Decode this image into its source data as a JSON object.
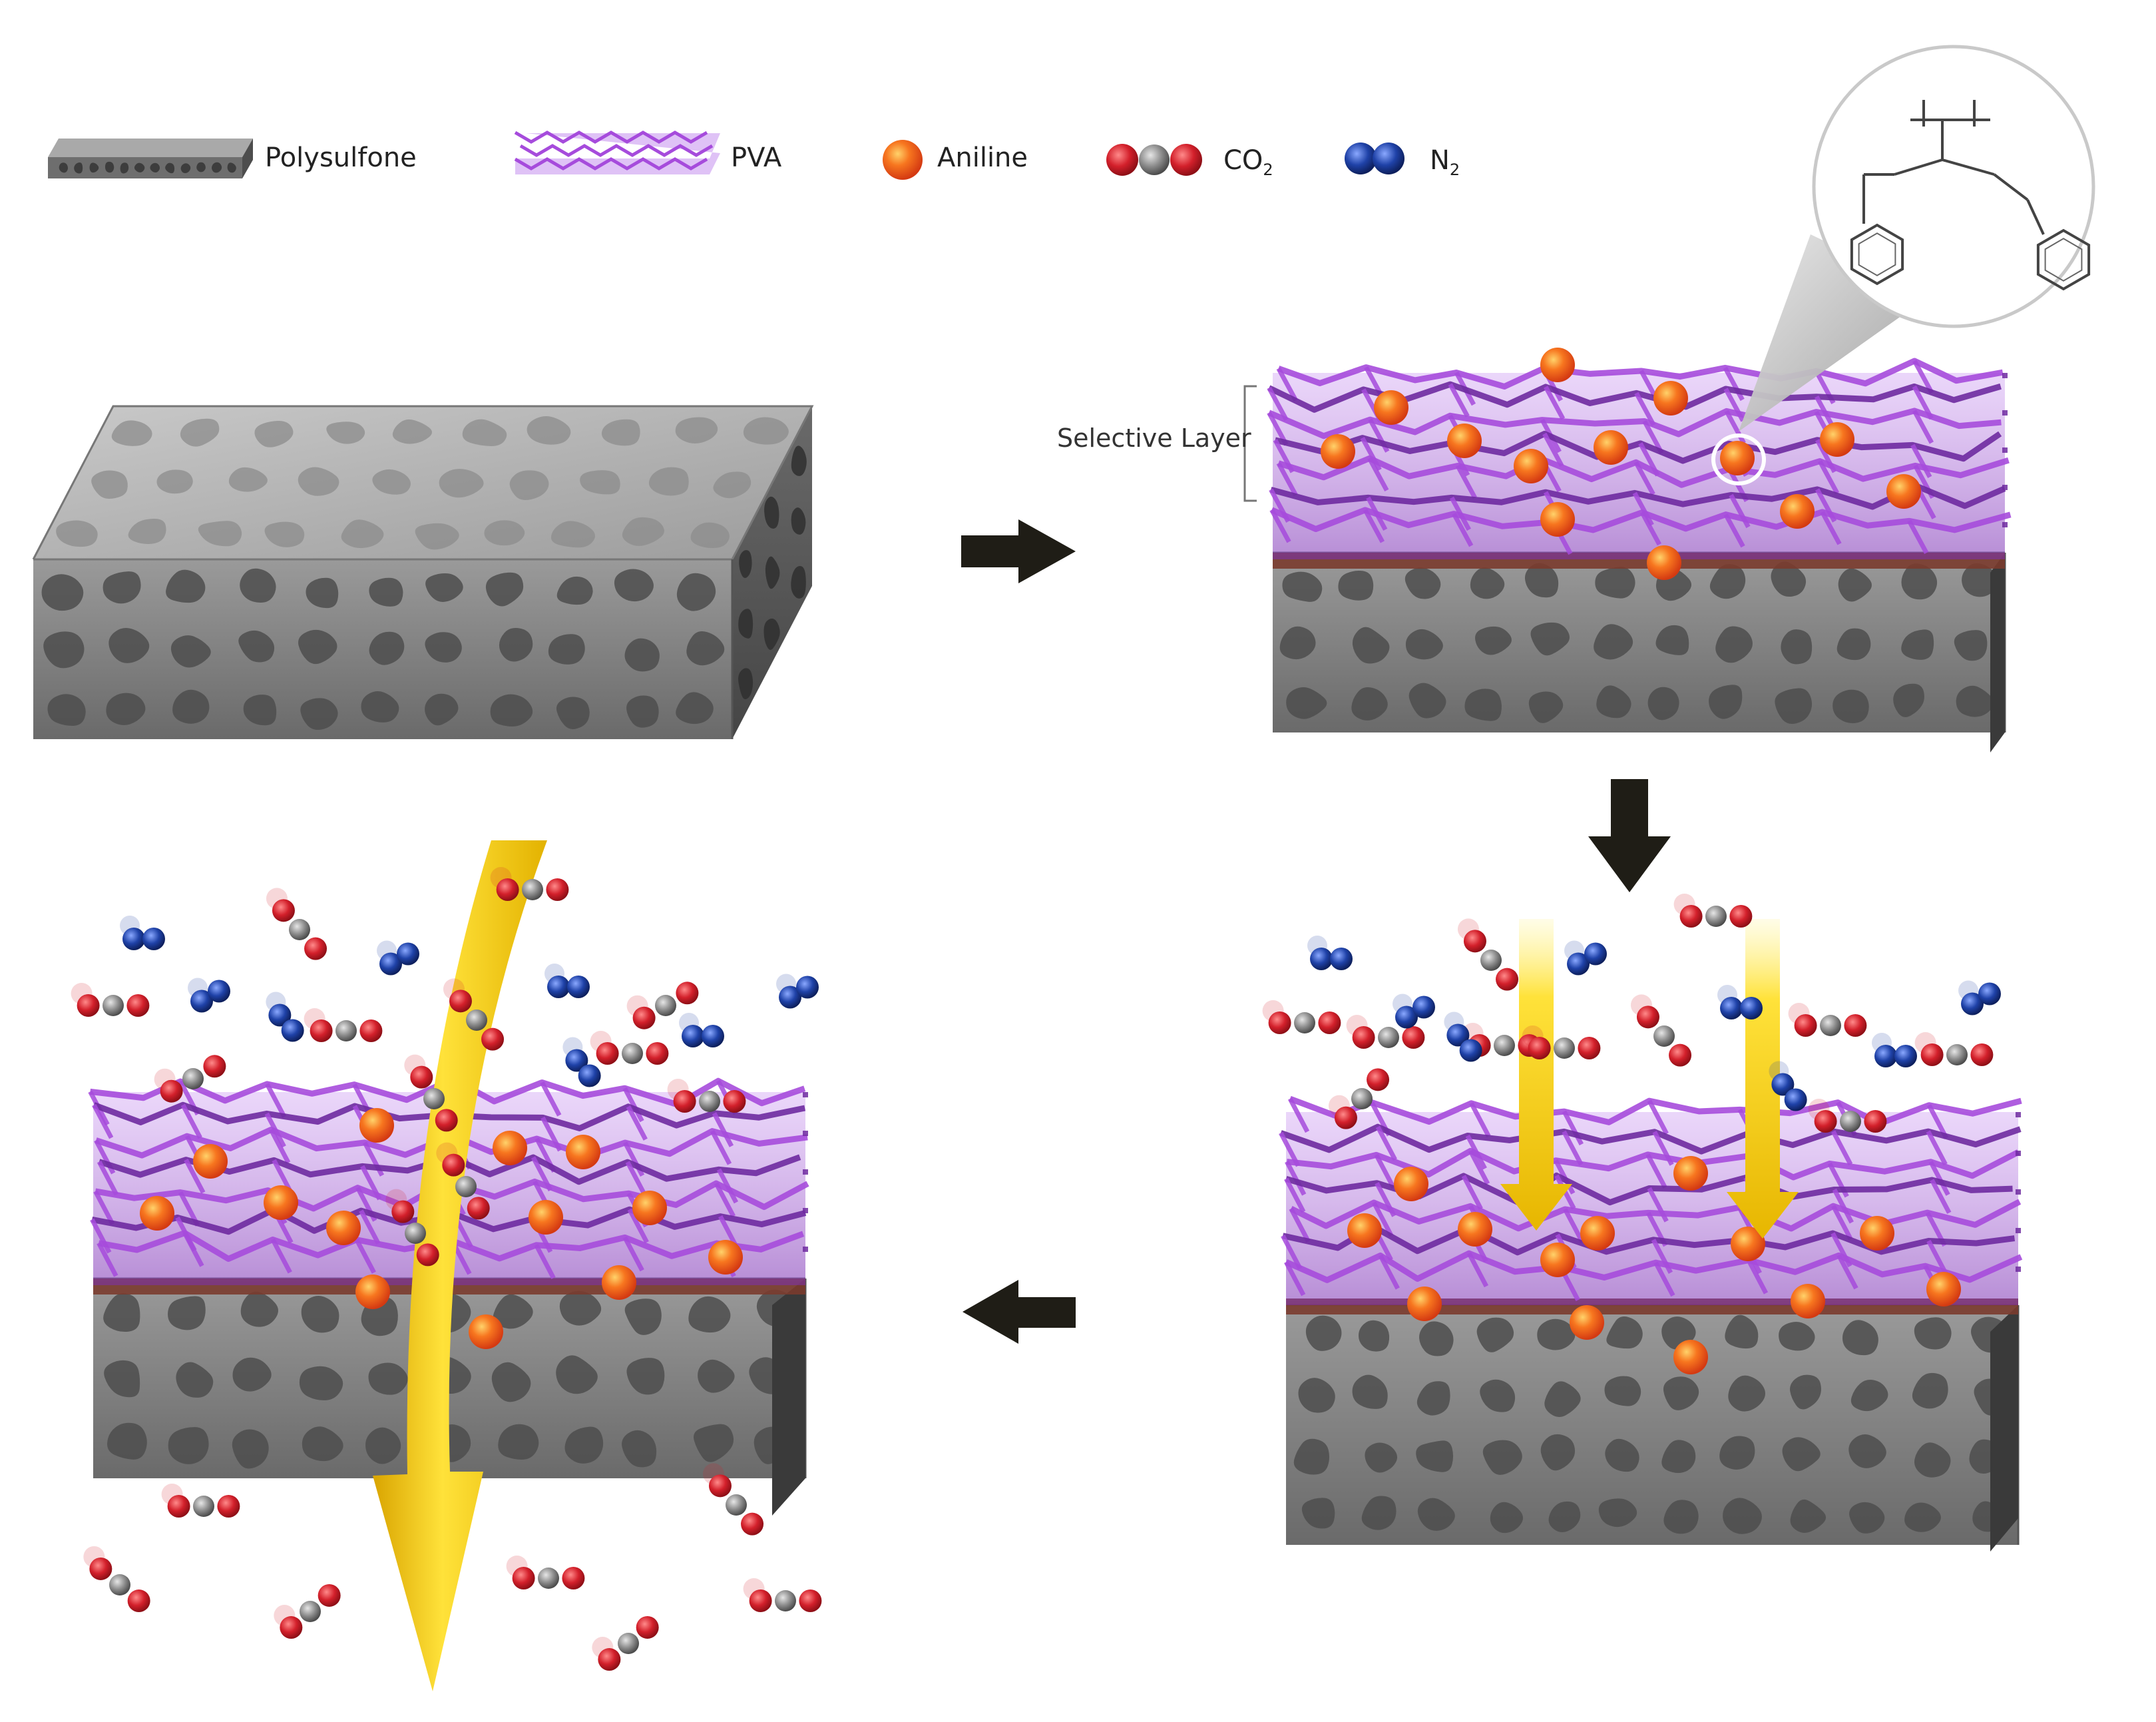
{
  "colors": {
    "polysulfone_top": "#b9b9b9",
    "polysulfone_side": "#7d7d7d",
    "polysulfone_pore": "#4d4d4d",
    "pva": "#a64bdc",
    "pva_dark": "#6e2aa0",
    "aniline": "#f0551c",
    "aniline_highlight": "#ffb347",
    "co2_oxygen": "#d0202a",
    "co2_carbon": "#8c8c8c",
    "n2": "#1c3f9e",
    "flow_arrow": "#f4cf10",
    "process_arrow": "#1f1d16",
    "interlayer": "#7a3b2e"
  },
  "legend": {
    "polysulfone": "Polysulfone",
    "pva": "PVA",
    "aniline": "Aniline",
    "co2": "CO",
    "co2_sub": "2",
    "n2": "N",
    "n2_sub": "2"
  },
  "labels": {
    "selective_layer": "Selective Layer"
  },
  "icons": {
    "zoom": "chemical-structure-magnifier-icon",
    "process_arrow": "black-arrow-icon",
    "flow_arrow": "yellow-flow-arrow-icon"
  }
}
